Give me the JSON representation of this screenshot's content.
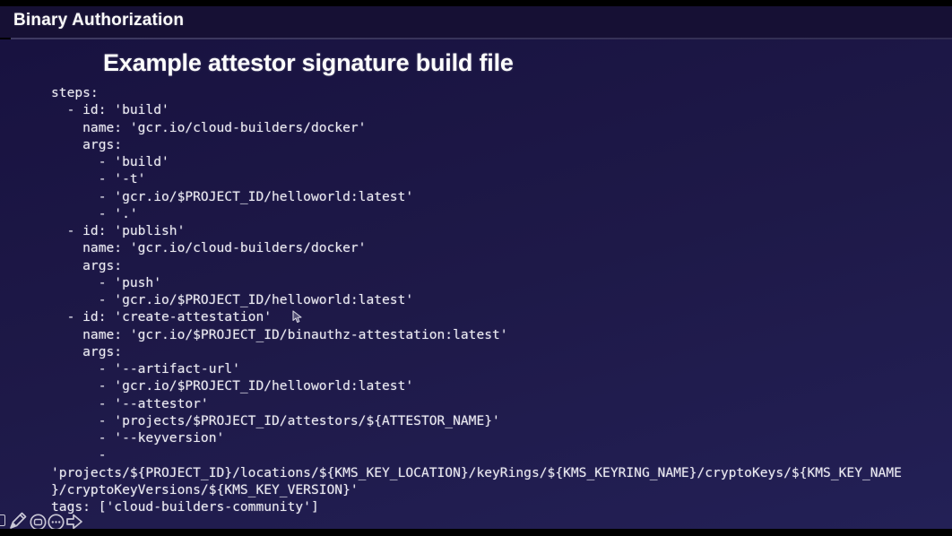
{
  "window": {
    "header_title": "Binary Authorization"
  },
  "slide": {
    "title": "Example attestor signature build file",
    "code_lines": [
      "steps:",
      "  - id: 'build'",
      "    name: 'gcr.io/cloud-builders/docker'",
      "    args:",
      "      - 'build'",
      "      - '-t'",
      "      - 'gcr.io/$PROJECT_ID/helloworld:latest'",
      "      - '.'",
      "  - id: 'publish'",
      "    name: 'gcr.io/cloud-builders/docker'",
      "    args:",
      "      - 'push'",
      "      - 'gcr.io/$PROJECT_ID/helloworld:latest'",
      "  - id: 'create-attestation'",
      "    name: 'gcr.io/$PROJECT_ID/binauthz-attestation:latest'",
      "    args:",
      "      - '--artifact-url'",
      "      - 'gcr.io/$PROJECT_ID/helloworld:latest'",
      "      - '--attestor'",
      "      - 'projects/$PROJECT_ID/attestors/${ATTESTOR_NAME}'",
      "      - '--keyversion'",
      "      -",
      "'projects/${PROJECT_ID}/locations/${KMS_KEY_LOCATION}/keyRings/${KMS_KEYRING_NAME}/cryptoKeys/${KMS_KEY_NAME",
      "}/cryptoKeyVersions/${KMS_KEY_VERSION}'",
      "tags: ['cloud-builders-community']"
    ]
  },
  "toolbar": {
    "icons": [
      {
        "name": "square-outline-icon",
        "label": "square outline tool (partially visible)"
      },
      {
        "name": "pencil-icon",
        "label": "annotate with pencil"
      },
      {
        "name": "laser-pointer-icon",
        "label": "pointer tool"
      },
      {
        "name": "more-options-icon",
        "label": "more options"
      },
      {
        "name": "next-slide-arrow-icon",
        "label": "next slide"
      }
    ]
  },
  "cursor": {
    "name": "mouse-cursor-icon"
  },
  "colors": {
    "letterbox": "#000000",
    "header_bg": "#161034",
    "divider": "#45406e",
    "slide_bg_top": "#181240",
    "slide_bg_bottom": "#232056",
    "text": "#edecf3",
    "title_text": "#fcfcfc",
    "icon": "#c9c7d6"
  }
}
